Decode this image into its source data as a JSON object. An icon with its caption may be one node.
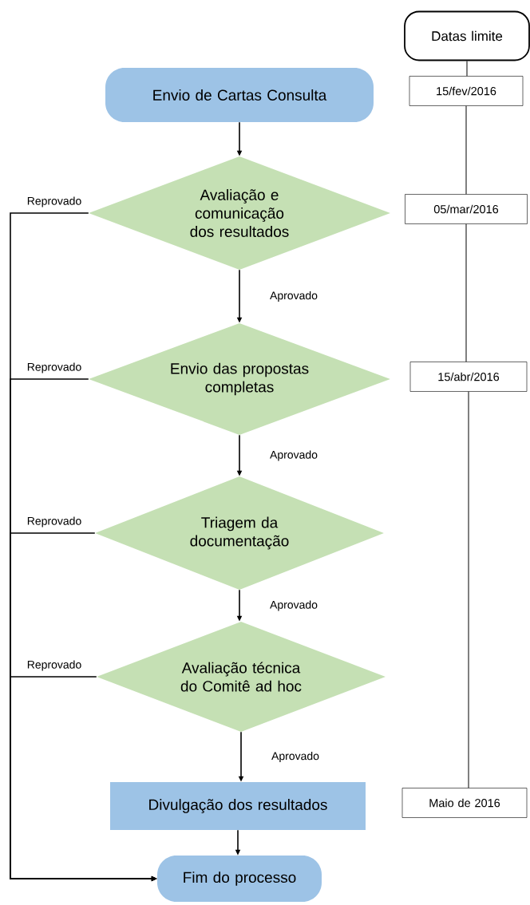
{
  "diagram": {
    "nodes": [
      {
        "text": [
          "Envio de Cartas Consulta"
        ]
      },
      {
        "text": [
          "Avaliação e comunicação dos resultados"
        ]
      },
      {
        "text": [
          "Envio das propostas completas"
        ]
      },
      {
        "text": [
          "Triagem da documentação"
        ]
      },
      {
        "text": [
          "Avaliação técnica do Comitê ad hoc"
        ]
      },
      {
        "text": [
          "Divulgação dos resultados"
        ]
      },
      {
        "text": [
          "Fim do processo"
        ]
      },
      {
        "text": [
          "Datas limite"
        ]
      },
      {
        "text": [
          "15/fev/2016"
        ]
      },
      {
        "text": [
          "05/mar/2016"
        ]
      },
      {
        "text": [
          "15/abr/2016"
        ]
      },
      {
        "text": [
          "Maio de 2016"
        ]
      }
    ],
    "edges": [
      {
        "from": 0,
        "to": 1,
        "arrow": "to"
      },
      {
        "from": 1,
        "to": 2,
        "arrow": "to",
        "label": "Aprovado"
      },
      {
        "from": 2,
        "to": 3,
        "arrow": "to",
        "label": "Aprovado"
      },
      {
        "from": 3,
        "to": 4,
        "arrow": "to",
        "label": "Aprovado"
      },
      {
        "from": 4,
        "to": 5,
        "arrow": "to",
        "label": "Aprovado"
      },
      {
        "from": 5,
        "to": 6,
        "arrow": "to"
      },
      {
        "from": 1,
        "to": 6,
        "arrow": "to",
        "label": "Reprovado"
      },
      {
        "from": 2,
        "to": 6,
        "arrow": "to",
        "label": "Reprovado"
      },
      {
        "from": 3,
        "to": 6,
        "arrow": "to",
        "label": "Reprovado"
      },
      {
        "from": 4,
        "to": 6,
        "arrow": "to",
        "label": "Reprovado"
      },
      {
        "from": 7,
        "to": 8,
        "arrow": "none"
      },
      {
        "from": 8,
        "to": 9,
        "arrow": "none"
      },
      {
        "from": 9,
        "to": 10,
        "arrow": "none"
      },
      {
        "from": 10,
        "to": 11,
        "arrow": "none"
      }
    ]
  }
}
